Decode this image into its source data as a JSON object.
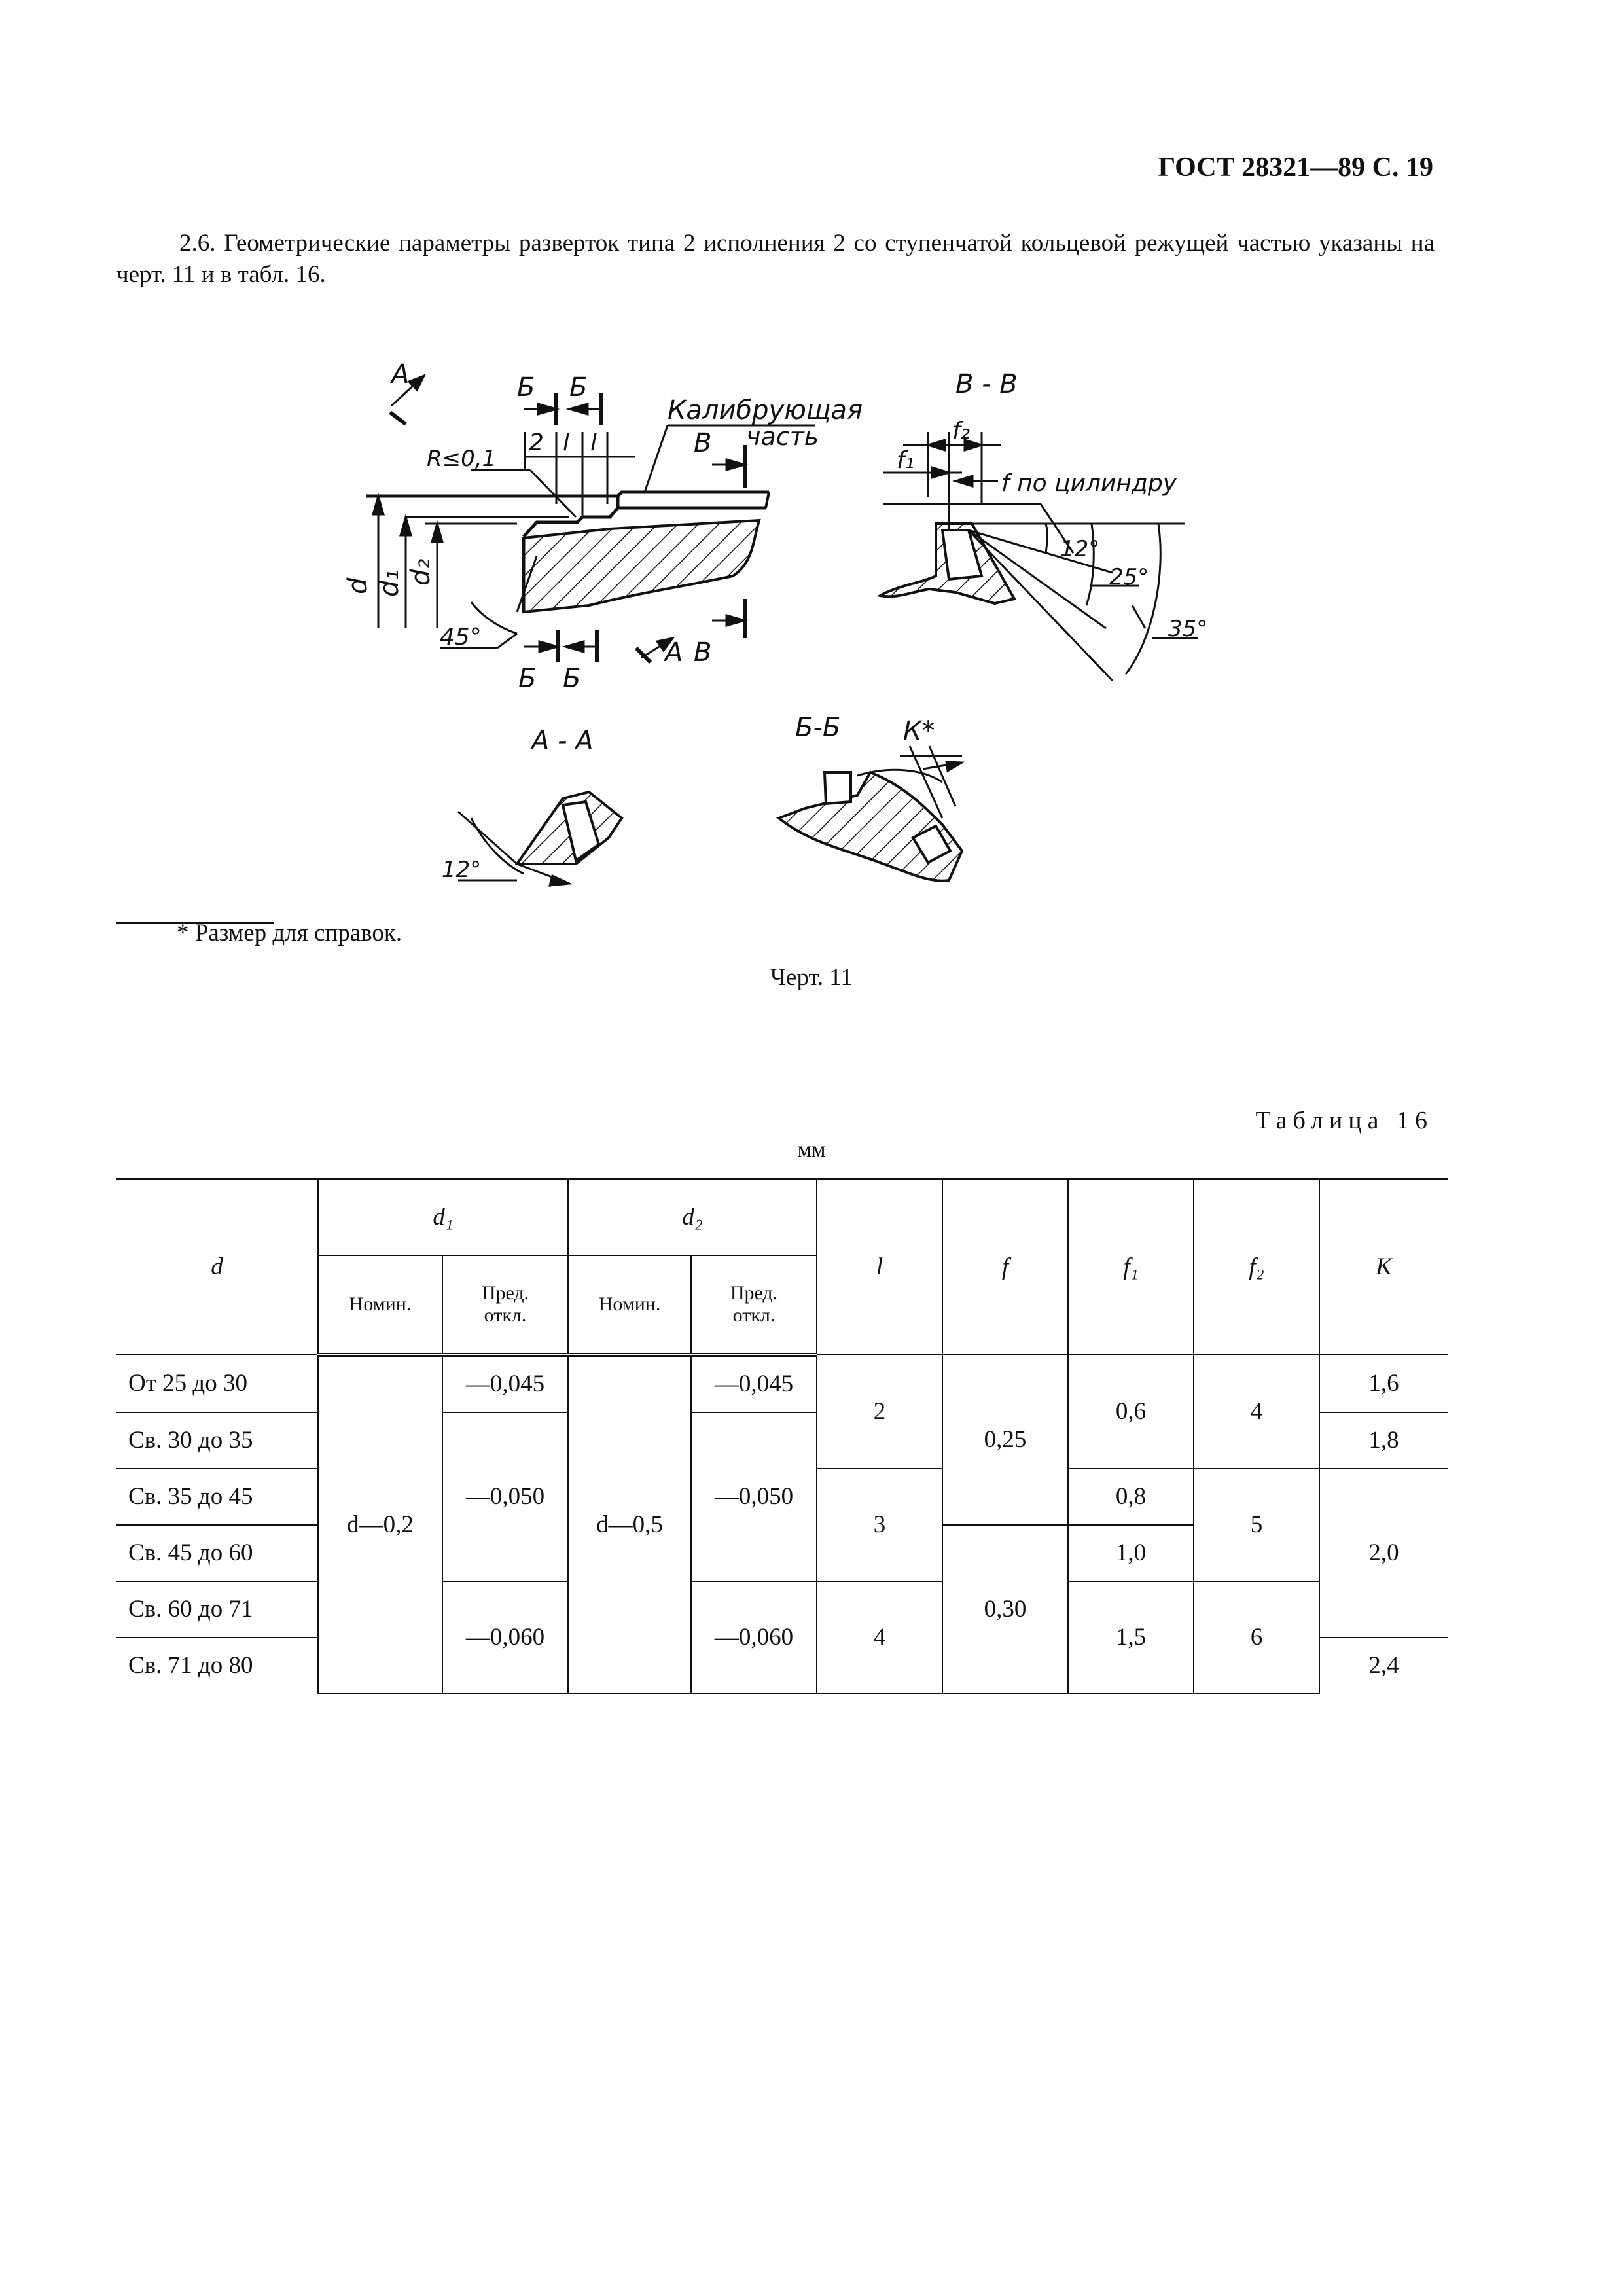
{
  "header": {
    "text": "ГОСТ 28321—89 С. 19"
  },
  "intro": {
    "text": "2.6. Геометрические параметры разверток типа 2 исполнения 2 со ступенчатой кольцевой режущей частью указаны на черт. 11 и в табл. 16."
  },
  "drawing": {
    "labels": {
      "view_a": "А",
      "sec_b": "Б",
      "sec_v": "В",
      "calibrating_1": "Калибрующая",
      "calibrating_2": "часть",
      "dim_2": "2",
      "dim_l": "l",
      "radius": "R≤0,1",
      "dim_d": "d",
      "dim_d1": "d₁",
      "dim_d2": "d₂",
      "angle_45": "45°",
      "section_vv": "В - В",
      "dim_f1": "f₁",
      "dim_f2": "f₂",
      "f_cyl": "f по цилиндру",
      "angle_12": "12°",
      "angle_25": "25°",
      "angle_35": "35°",
      "section_aa": "А - А",
      "section_bb": "Б-Б",
      "dim_k": "К*"
    }
  },
  "footnote": {
    "text": "*  Размер для справок."
  },
  "figure_caption": {
    "text": "Черт. 11"
  },
  "table": {
    "caption": "Таблица 16",
    "units": "мм",
    "headers": {
      "d": "d",
      "d1": "d₁",
      "d2": "d₂",
      "nomin": "Номин.",
      "pred_1": "Пред.",
      "pred_2": "откл.",
      "l": "l",
      "f": "f",
      "f1": "f₁",
      "f2": "f₂",
      "k": "K"
    },
    "rows": [
      "От 25 до 30",
      "Св. 30 до 35",
      "Св. 35 до 45",
      "Св. 45 до 60",
      "Св. 60 до 71",
      "Св. 71 до 80"
    ],
    "d1_nom": "d—0,2",
    "d2_nom": "d—0,5",
    "dev_045": "—0,045",
    "dev_050": "—0,050",
    "dev_060": "—0,060",
    "l_2": "2",
    "l_3": "3",
    "l_4": "4",
    "f_025": "0,25",
    "f_030": "0,30",
    "f1_06": "0,6",
    "f1_08": "0,8",
    "f1_10": "1,0",
    "f1_15": "1,5",
    "f2_4": "4",
    "f2_5": "5",
    "f2_6": "6",
    "k_16": "1,6",
    "k_18": "1,8",
    "k_20": "2,0",
    "k_24": "2,4"
  }
}
